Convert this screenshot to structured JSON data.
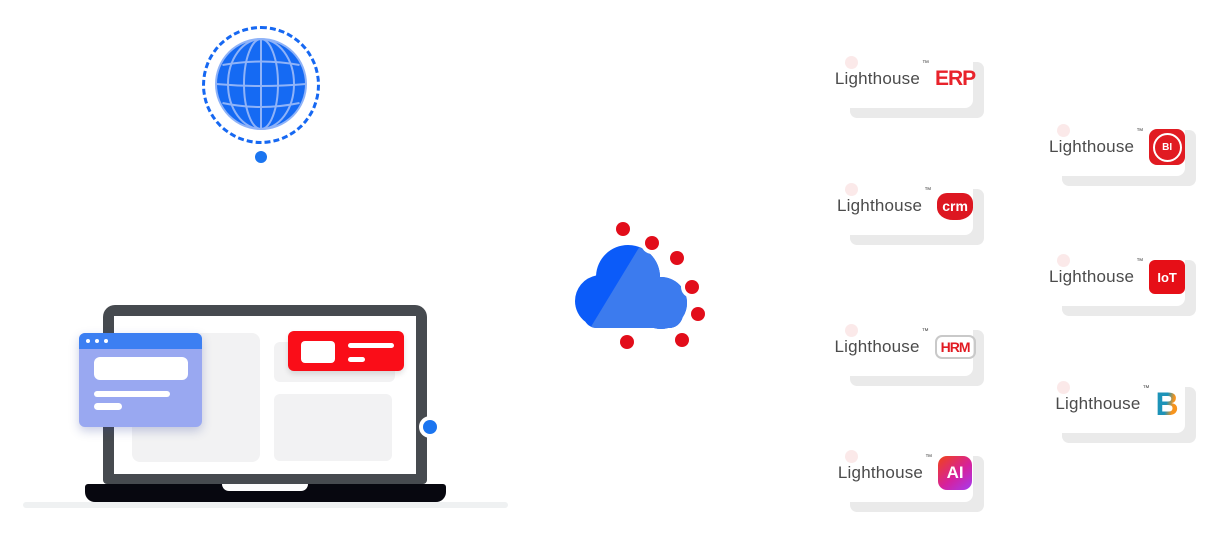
{
  "scene": {
    "description": "Lighthouse product suite illustration: globe and laptop syncing through a cloud to seven Lighthouse product logo cards"
  },
  "colors": {
    "globe_blue": "#156af3",
    "globe_grid": "#8fb3f8",
    "dashed_ring_blue": "#1668f2",
    "cloud_blue_dark": "#0b5bf9",
    "cloud_blue_light": "#3c7bee",
    "dot_red": "#e20d1a",
    "dot_blue": "#1b75f0",
    "laptop_frame_gray": "#464a4f",
    "laptop_base_black": "#07070f",
    "browser_titlebar_blue": "#3c7ff2",
    "browser_body_periwinkle": "#99a8f1",
    "screen_panel_gray": "#f2f2f3",
    "screen_card_red": "#fa0d18",
    "card_shadow_gray": "#eaeaea",
    "brand_text_gray": "#4b4b4b",
    "logo_red": "#e11b22",
    "ai_gradient": [
      "#ee4023",
      "#d6219c",
      "#a43bf0"
    ],
    "b_logo_teal": "#1d93b8",
    "b_logo_orange": "#f7941d"
  },
  "icons": {
    "globe": "globe-icon",
    "cloud": "cloud-icon",
    "laptop": "laptop-illustration",
    "sync_dots": "sync-dots"
  },
  "cards": [
    {
      "brand": "Lighthouse",
      "tm": "™",
      "product": "ERP"
    },
    {
      "brand": "Lighthouse",
      "tm": "™",
      "product": "crm"
    },
    {
      "brand": "Lighthouse",
      "tm": "™",
      "product": "HRM"
    },
    {
      "brand": "Lighthouse",
      "tm": "™",
      "product": "AI"
    },
    {
      "brand": "Lighthouse",
      "tm": "™",
      "product": "BI"
    },
    {
      "brand": "Lighthouse",
      "tm": "™",
      "product": "IoT"
    },
    {
      "brand": "Lighthouse",
      "tm": "™",
      "product": "B"
    }
  ]
}
